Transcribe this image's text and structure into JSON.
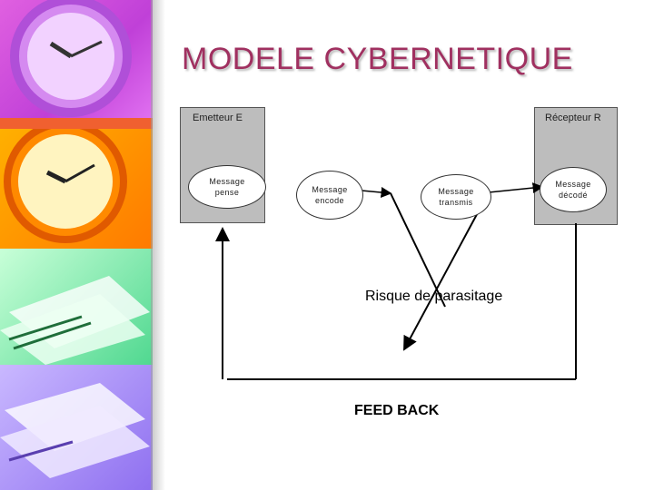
{
  "slide": {
    "title": "MODELE CYBERNETIQUE"
  },
  "diagram": {
    "emetteur_label": "Emetteur E",
    "recepteur_label": "Récepteur R",
    "message_pense": "Message\npense",
    "message_encode": "Message\nencode",
    "message_transmis": "Message\ntransmis",
    "message_decode": "Message\ndécodé",
    "risque_label": "Risque de parasitage",
    "feedback_label": "FEED BACK"
  },
  "decor": {
    "clock_purple_icon": "clock-icon",
    "clock_orange_icon": "clock-icon",
    "papers_icon": "papers-icon",
    "stack_icon": "papers-icon",
    "accent_color": "#a03060"
  }
}
